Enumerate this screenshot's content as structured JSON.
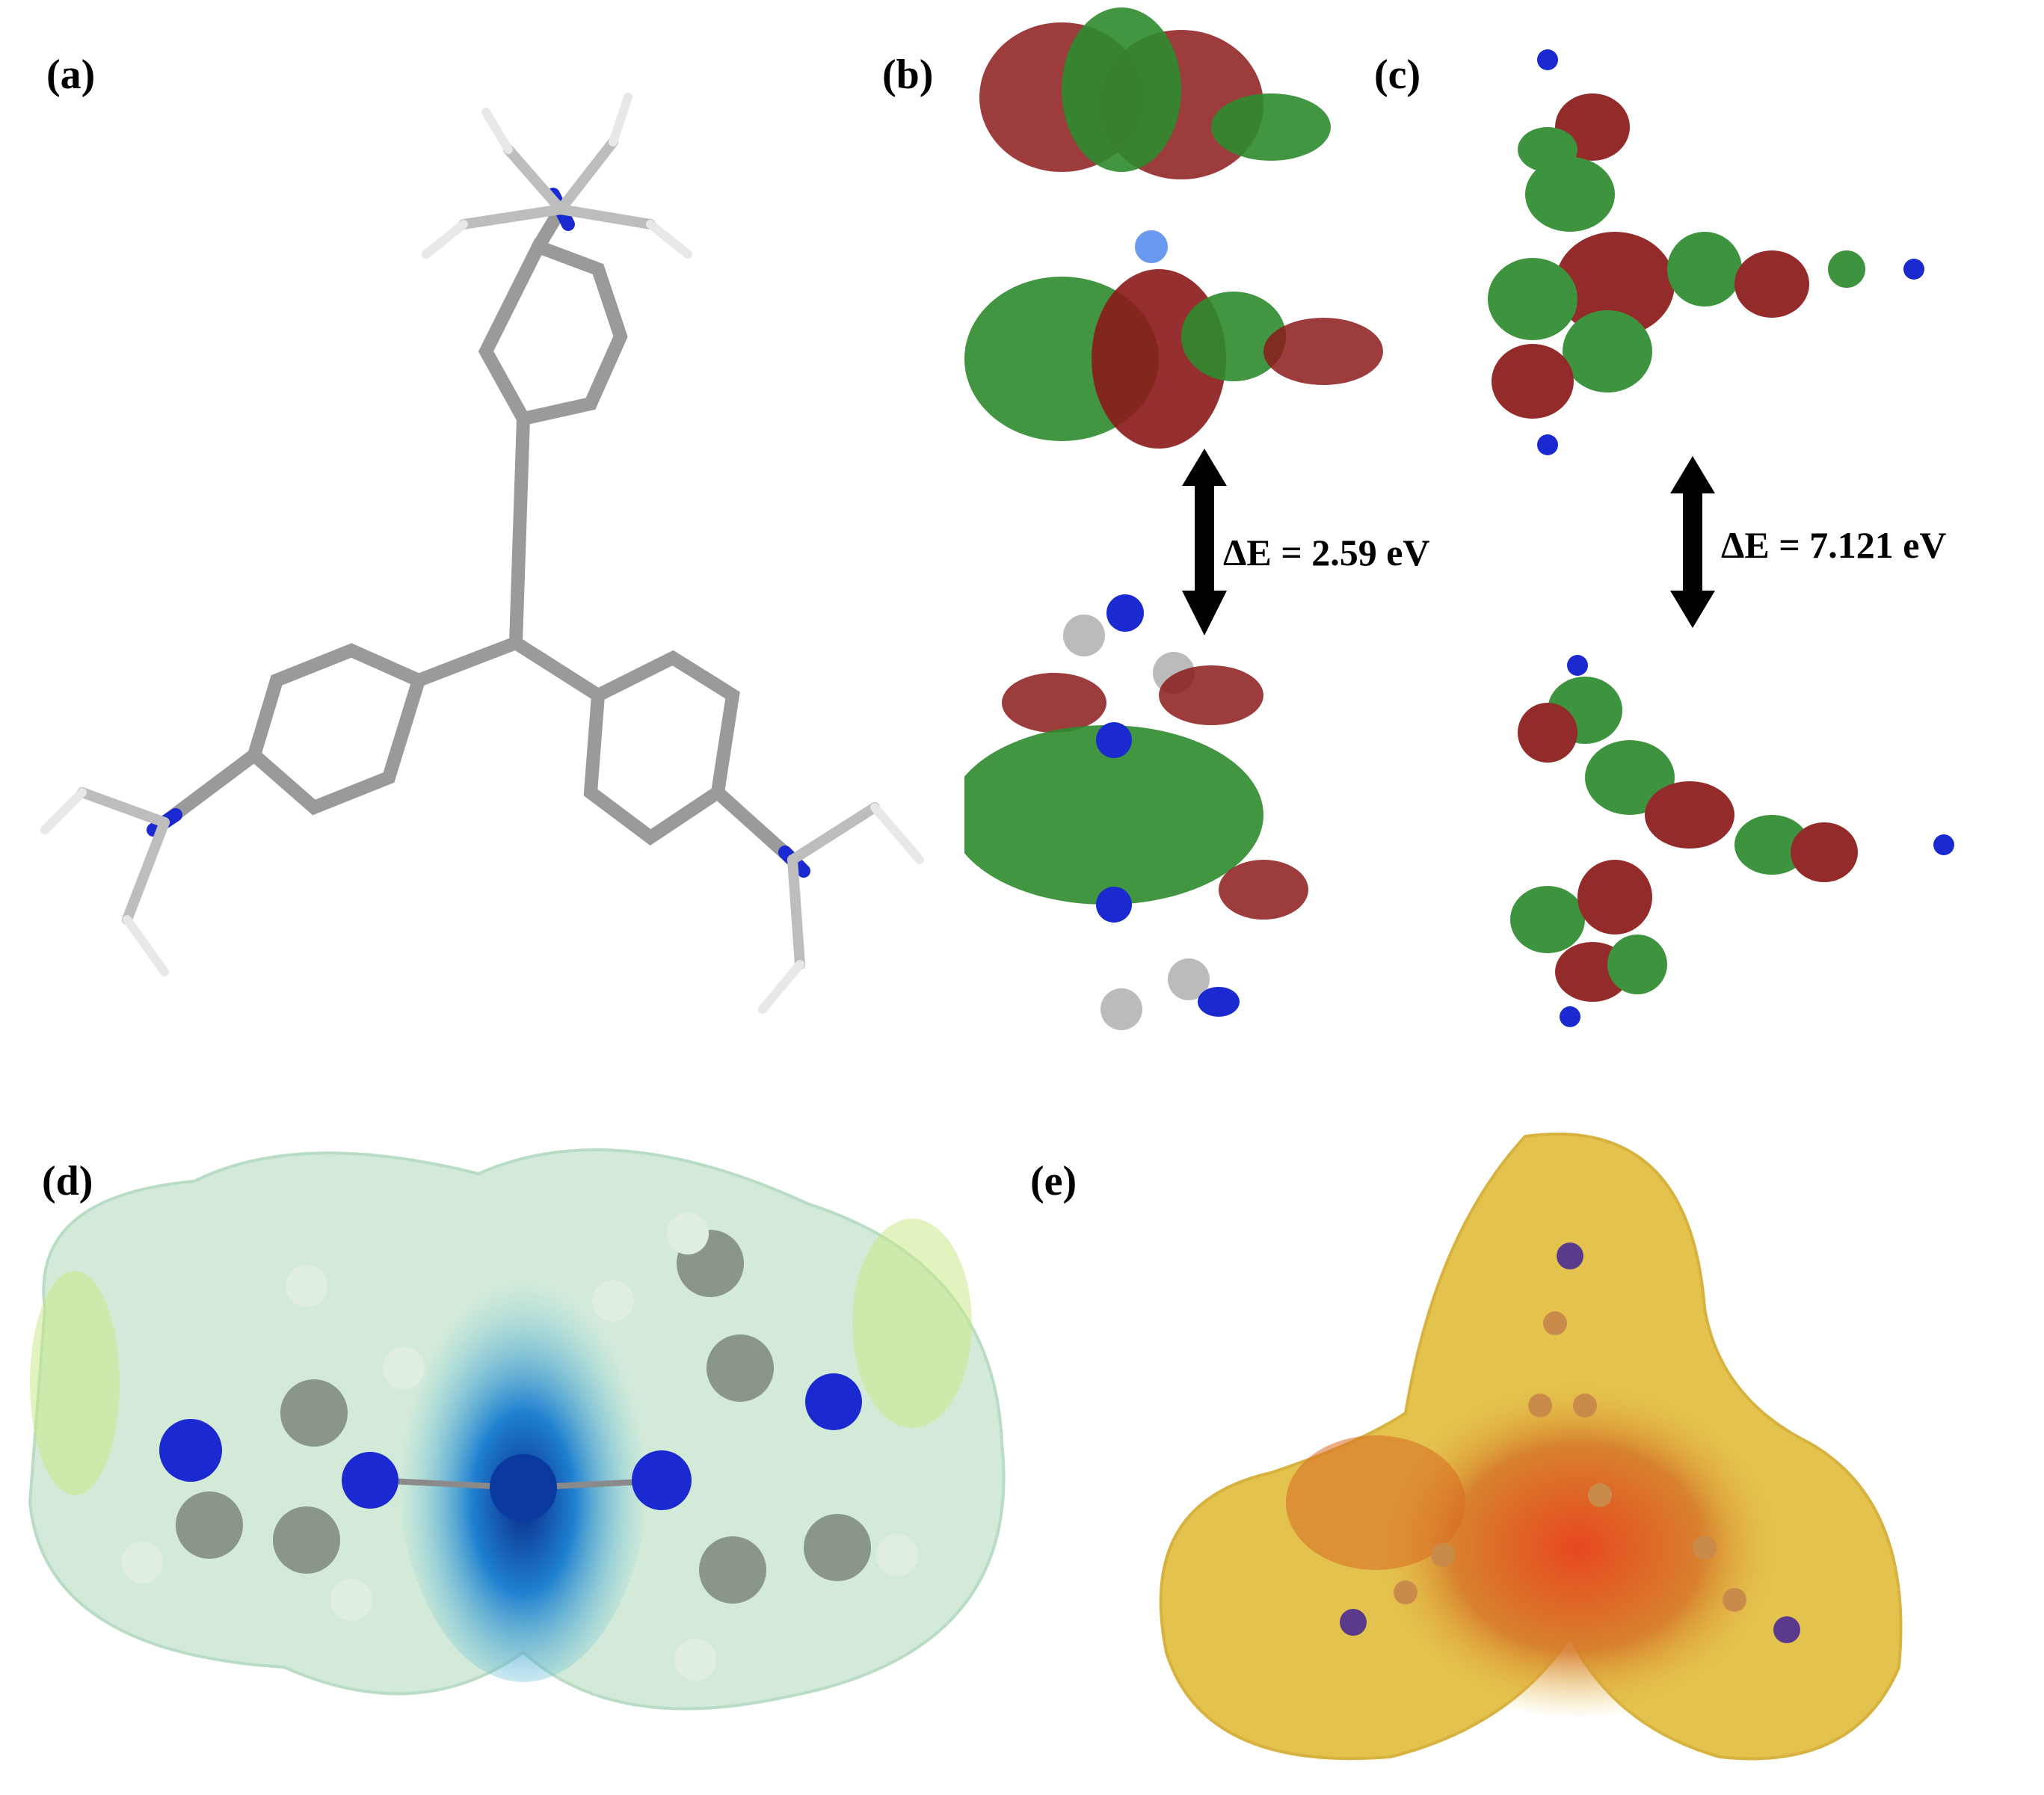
{
  "figure": {
    "panels": [
      {
        "id": "a",
        "label": "(a)",
        "description": "Optimized stick structure of tris(dimethylaminophenyl) compound"
      },
      {
        "id": "b",
        "label": "(b)",
        "description": "HOMO/LUMO orbitals of metal bis-imidazole complex",
        "energy_gap": "ΔE = 2.59 eV"
      },
      {
        "id": "c",
        "label": "(c)",
        "description": "HOMO/LUMO orbitals of tris(dimethylaminophenyl) compound",
        "energy_gap": "ΔE = 7.121 eV"
      },
      {
        "id": "d",
        "label": "(d)",
        "description": "Molecular electrostatic potential map of metal bis-imidazole complex"
      },
      {
        "id": "e",
        "label": "(e)",
        "description": "Molecular electrostatic potential map of tris(dimethylaminophenyl) compound"
      }
    ],
    "colors": {
      "orbital_positive": "#2e8b2e",
      "orbital_negative": "#8b1a1a",
      "nitrogen": "#1030d0",
      "carbon": "#8a8a8a",
      "hydrogen": "#e6e6e6",
      "mep_d_surface": "#cfe8d8",
      "mep_d_negative": "#0a2a8a",
      "mep_e_surface": "#e8c84a",
      "mep_e_negative": "#e03a1a",
      "arrow": "#000000"
    }
  }
}
